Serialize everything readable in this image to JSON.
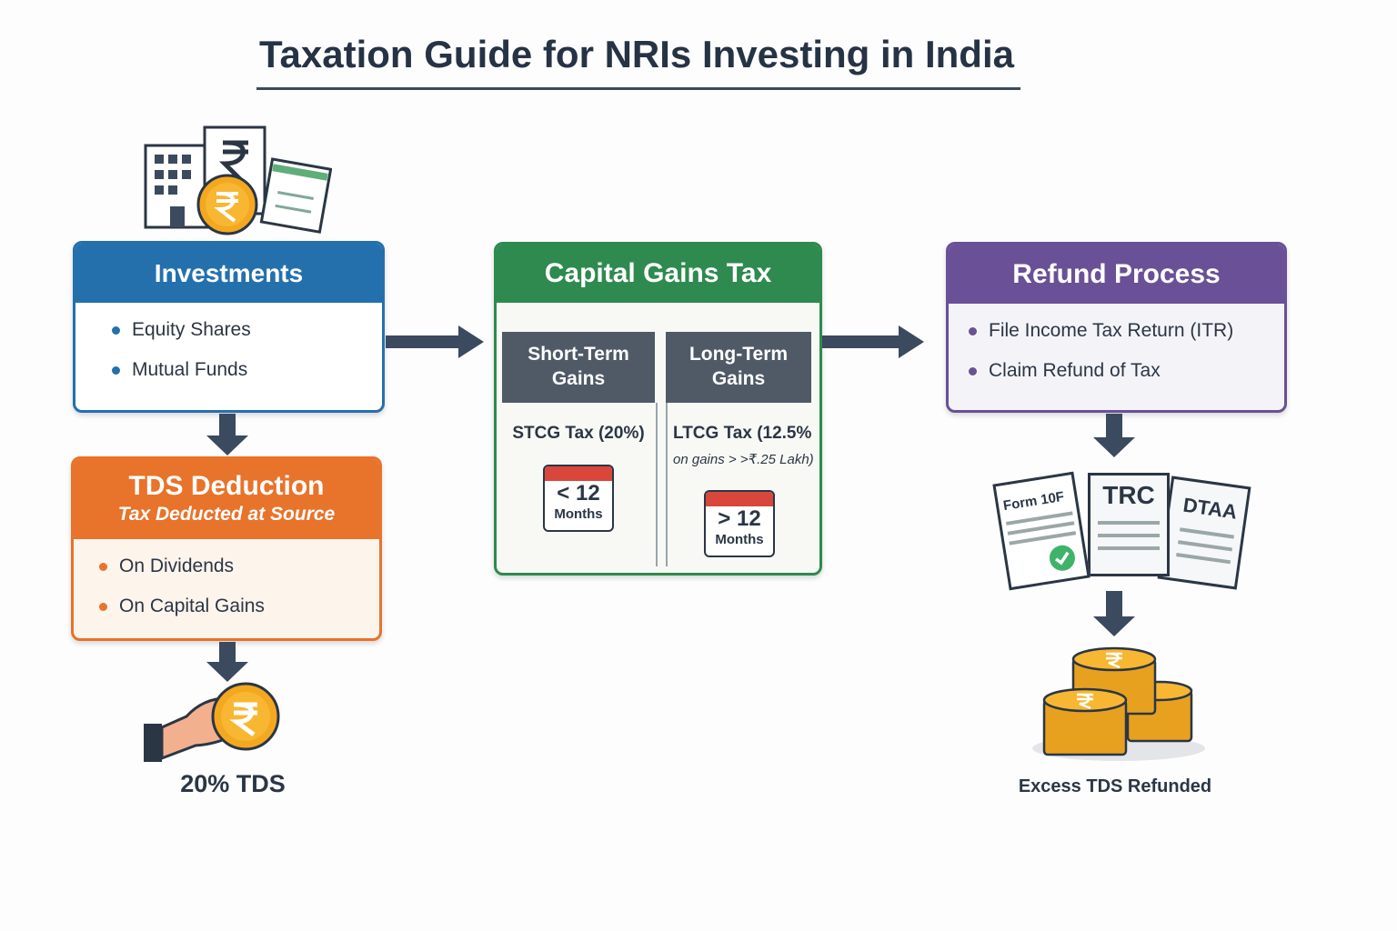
{
  "title": "Taxation Guide for NRIs Investing in India",
  "investments": {
    "title": "Investments",
    "items": [
      "Equity Shares",
      "Mutual Funds"
    ]
  },
  "tds": {
    "title": "TDS Deduction",
    "subtitle": "Tax Deducted at Source",
    "items": [
      "On Dividends",
      "On Capital Gains"
    ],
    "caption": "20% TDS"
  },
  "capital_gains": {
    "title": "Capital Gains Tax",
    "short": {
      "header": "Short-Term Gains",
      "tax": "STCG Tax (20%)",
      "period_symbol": "< 12",
      "period_unit": "Months"
    },
    "long": {
      "header": "Long-Term Gains",
      "tax": "LTCG Tax (12.5%",
      "note": "on gains > >₹.25 Lakh)",
      "period_symbol": "> 12",
      "period_unit": "Months"
    }
  },
  "refund": {
    "title": "Refund Process",
    "items": [
      "File Income Tax Return (ITR)",
      "Claim Refund of Tax"
    ],
    "documents": [
      "Form 10F",
      "TRC",
      "DTAA"
    ],
    "caption": "Excess TDS Refunded"
  },
  "icons": {
    "rupee": "₹"
  },
  "colors": {
    "blue": "#2470ad",
    "green": "#2e8a4e",
    "purple": "#6a5096",
    "orange": "#e8732a",
    "slate": "#3b4a5e"
  }
}
